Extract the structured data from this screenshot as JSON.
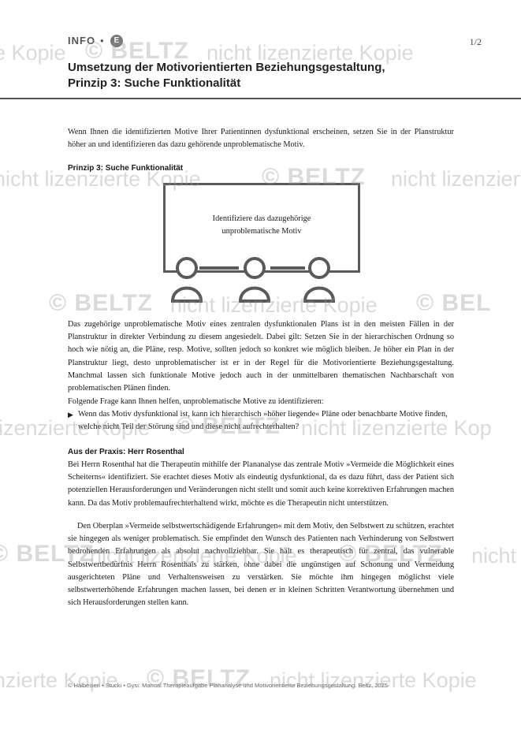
{
  "header": {
    "tag": "INFO",
    "dot": "•",
    "badge": "E",
    "page": "1/2"
  },
  "title": {
    "line1": "Umsetzung der Motivorientierten Beziehungsgestaltung,",
    "line2": "Prinzip 3: Suche Funktionalität"
  },
  "intro": "Wenn Ihnen die identifizierten Motive Ihrer Patientinnen dysfunktional erscheinen, setzen Sie in der Planstruktur höher an und identifizieren das dazu gehörende unproblematische Motiv.",
  "diagram": {
    "heading": "Prinzip 3: Suche Funktionalität",
    "box_line1": "Identifiziere das dazugehörige",
    "box_line2": "unproblematische Motiv"
  },
  "body_para1": "Das zugehörige unproblematische Motiv eines zentralen dysfunktionalen Plans ist in den meisten Fällen in der Planstruktur in direkter Verbindung zu diesem angesiedelt. Dabei gilt: Setzen Sie in der hierarchischen Ordnung so hoch wie nötig an, die Pläne, resp. Motive, sollten jedoch so konkret wie möglich bleiben. Je höher ein Plan in der Planstruktur liegt, desto unproblematischer ist er in der Regel für die Motivorientierte Beziehungsgestaltung. Manchmal lassen sich funktionale Motive jedoch auch in der unmittelbaren thematischen Nachbarschaft von problematischen Plänen finden.",
  "question_intro": "Folgende Frage kann Ihnen helfen, unproblematische Motive zu identifizieren:",
  "bullets": [
    "Wenn das Motiv dysfunktional ist, kann ich hierarchisch »höher liegende« Pläne oder benachbarte Motive finden, welche nicht Teil der Störung sind und diese nicht aufrechterhalten?"
  ],
  "practice": {
    "heading": "Aus der Praxis: Herr Rosenthal",
    "para1": "Bei Herrn Rosenthal hat die Therapeutin mithilfe der Plananalyse das zentrale Motiv »Vermeide die Möglichkeit eines Scheiterns« identifiziert. Sie erachtet dieses Motiv als eindeutig dysfunktional, da es dazu führt, dass der Patient sich potenziellen Herausforderungen und Veränderungen nicht stellt und somit auch keine korrektiven Erfahrungen machen kann. Da das Motiv problemaufrechterhaltend wirkt, möchte es die Therapeutin nicht unterstützen.",
    "para2": "Den Oberplan »Vermeide selbstwertschädigende Erfahrungen« mit dem Motiv, den Selbstwert zu schützen, erachtet sie hingegen als weniger problematisch. Sie empfindet den Wunsch des Patienten nach Verhinderung von Selbstwert bedrohenden Erfahrungen als absolut nachvollziehbar. Sie hält es therapeutisch für zentral, das vulnerable Selbstwertbedürfnis Herrn Rosenthals zu stärken, ohne dabei die ungünstigen auf Schonung und Vermeidung ausgerichteten Pläne und Verhaltensweisen zu verstärken. Sie möchte ihm hingegen möglichst viele selbstwerterhöhende Erfahrungen machen lassen, bei denen er in kleinen Schritten Verantwortung übernehmen und sich Herausforderungen stellen kann."
  },
  "footer": "© Halbeisen • Stucki • Gysi: Manual Therapieaufgabe Plananalyse und Motivorientierte Beziehungsgestaltung. Beltz, 2025",
  "watermark": {
    "logo": "© BELTZ",
    "text": "nicht lizenzierte Kopie"
  },
  "colors": {
    "rule": "#555555",
    "diagram_stroke": "#5a5a5a"
  }
}
